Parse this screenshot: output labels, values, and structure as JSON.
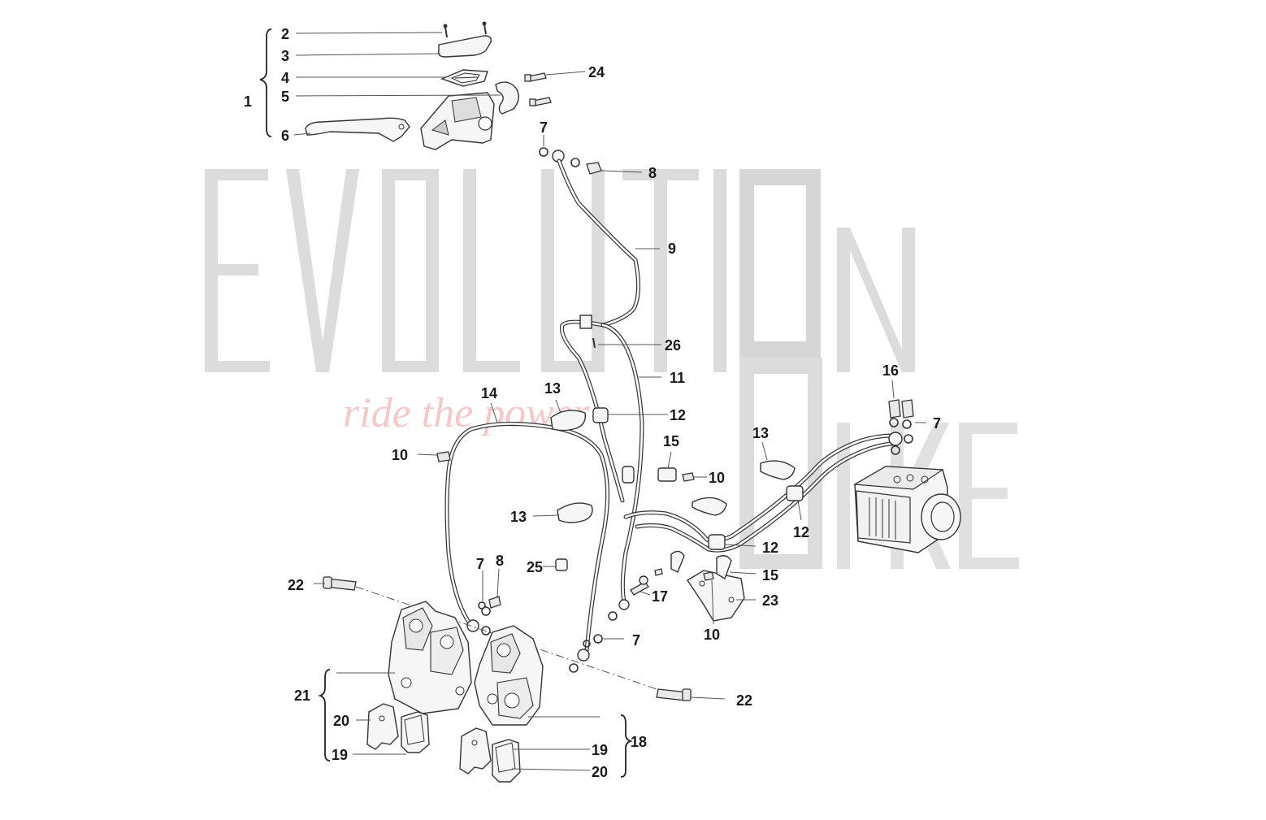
{
  "watermark": {
    "brand_text": "EVOLUTION",
    "brand_text_2": "BIKE",
    "slogan": "ride the power"
  },
  "colors": {
    "watermark_gray": "#d8d8d8",
    "slogan_pink": "#f3c9c9",
    "line": "#333333"
  },
  "callouts": {
    "c1": "1",
    "c2": "2",
    "c3": "3",
    "c4": "4",
    "c5": "5",
    "c6": "6",
    "c7a": "7",
    "c8a": "8",
    "c9": "9",
    "c24": "24",
    "c26": "26",
    "c11": "11",
    "c13a": "13",
    "c12a": "12",
    "c14": "14",
    "c10a": "10",
    "c15a": "15",
    "c10b": "10",
    "c16": "16",
    "c7b": "7",
    "c13b": "13",
    "c13c": "13",
    "c12b": "12",
    "c12c": "12",
    "c7c": "7",
    "c8b": "8",
    "c25": "25",
    "c15b": "15",
    "c17": "17",
    "c23": "23",
    "c10c": "10",
    "c22a": "22",
    "c7d": "7",
    "c21": "21",
    "c20a": "20",
    "c19a": "19",
    "c22b": "22",
    "c19b": "19",
    "c18": "18",
    "c20b": "20"
  }
}
